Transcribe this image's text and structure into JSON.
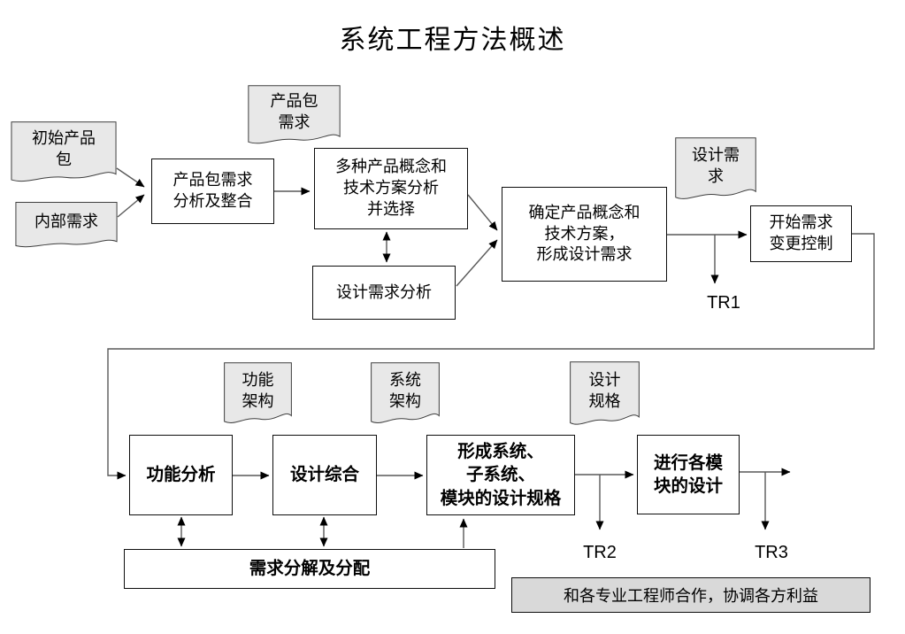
{
  "title": "系统工程方法概述",
  "colors": {
    "document_fill": "#e8e8e8",
    "note_fill": "#d9d9d9",
    "connector": "#595959",
    "border": "#0d0d0d"
  },
  "nodes": {
    "initial_product_package": {
      "label": "初始产品\n包"
    },
    "internal_requirements": {
      "label": "内部需求"
    },
    "package_req_analysis": {
      "label": "产品包需求\n分析及整合"
    },
    "product_package_req_doc": {
      "label": "产品包\n需求"
    },
    "concept_scheme_selection": {
      "label": "多种产品概念和\n技术方案分析\n并选择"
    },
    "design_req_analysis": {
      "label": "设计需求分析"
    },
    "confirm_concept_scheme": {
      "label": "确定产品概念和\n技术方案，\n形成设计需求"
    },
    "design_req_doc": {
      "label": "设计需\n求"
    },
    "start_change_control": {
      "label": "开始需求\n变更控制"
    },
    "functional_analysis": {
      "label": "功能分析"
    },
    "functional_architecture_doc": {
      "label": "功能\n架构"
    },
    "design_synthesis": {
      "label": "设计综合"
    },
    "system_architecture_doc": {
      "label": "系统\n架构"
    },
    "form_design_specs": {
      "label": "形成系统、\n子系统、\n模块的设计规格"
    },
    "design_spec_doc": {
      "label": "设计\n规格"
    },
    "module_design": {
      "label": "进行各模\n块的设计"
    },
    "req_decomposition_allocation": {
      "label": "需求分解及分配"
    },
    "collaboration_note": {
      "label": "和各专业工程师合作，协调各方利益"
    }
  },
  "milestones": {
    "tr1": "TR1",
    "tr2": "TR2",
    "tr3": "TR3"
  }
}
